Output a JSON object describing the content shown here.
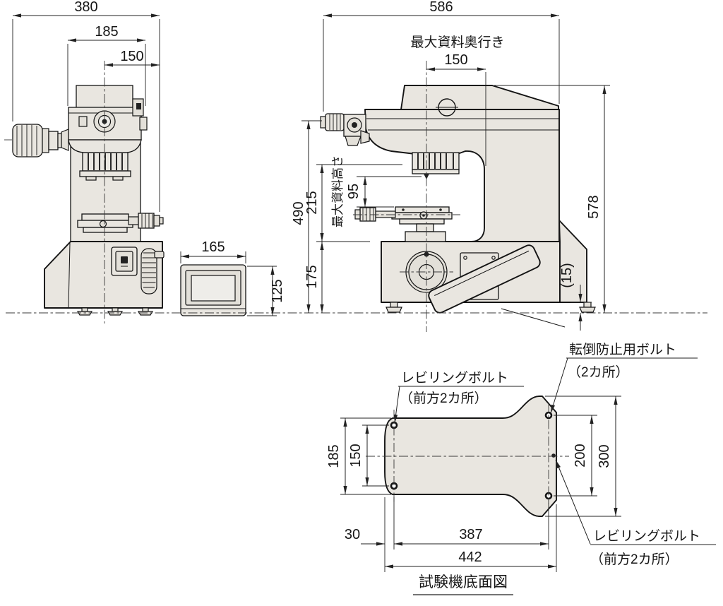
{
  "drawing": {
    "side_view": {
      "dim_overall_width": "380",
      "dim_head_width": "185",
      "dim_center_offset": "150"
    },
    "display_unit": {
      "dim_width": "165",
      "dim_height": "125"
    },
    "front_view": {
      "dim_overall_width": "586",
      "label_max_specimen_depth": "最大資料奥行き",
      "dim_max_specimen_depth": "150",
      "dim_height_to_head": "490",
      "dim_throat_height": "215",
      "label_max_specimen_height": "最大資料高さ",
      "dim_max_specimen_height": "95",
      "dim_base_height": "175",
      "dim_overall_height": "578",
      "dim_foot_height": "(15)"
    },
    "bottom_view": {
      "title": "試験機底面図",
      "dim_depth_narrow": "185",
      "dim_bolt_span_front": "150",
      "dim_edge_offset": "30",
      "dim_bolt_span_length": "387",
      "dim_overall_width": "442",
      "dim_bolt_span_rear": "200",
      "dim_depth_wide": "300",
      "label_leveling_bolt_front_line1": "レビリングボルト",
      "label_leveling_bolt_front_line2": "（前方2カ所）",
      "label_antitip_bolt_line1": "転倒防止用ボルト",
      "label_antitip_bolt_line2": "（2カ所）",
      "label_leveling_bolt_rear_line1": "レビリングボルト",
      "label_leveling_bolt_rear_line2": "（前方2カ所）"
    },
    "colors": {
      "line": "#1a1a1a",
      "fill": "#e9e6e0",
      "background": "#ffffff"
    }
  }
}
